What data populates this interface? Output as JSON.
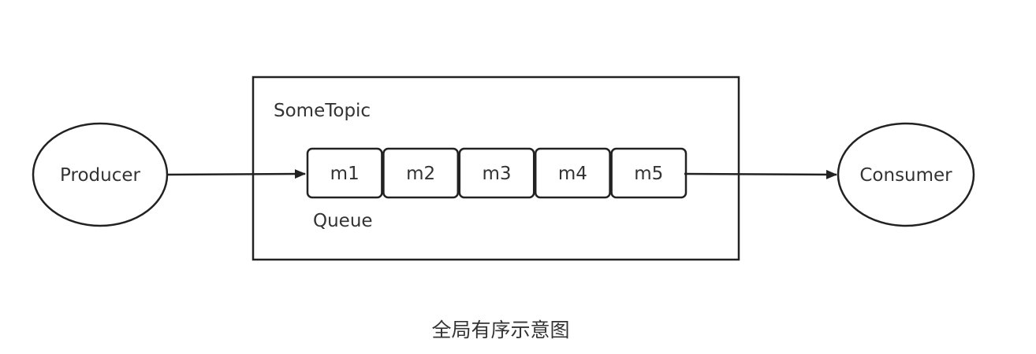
{
  "diagram": {
    "producer_label": "Producer",
    "consumer_label": "Consumer",
    "topic_label": "SomeTopic",
    "queue_label": "Queue",
    "messages": [
      "m1",
      "m2",
      "m3",
      "m4",
      "m5"
    ],
    "caption": "全局有序示意图"
  },
  "colors": {
    "stroke": "#222222",
    "text": "#333333",
    "background": "#ffffff"
  }
}
